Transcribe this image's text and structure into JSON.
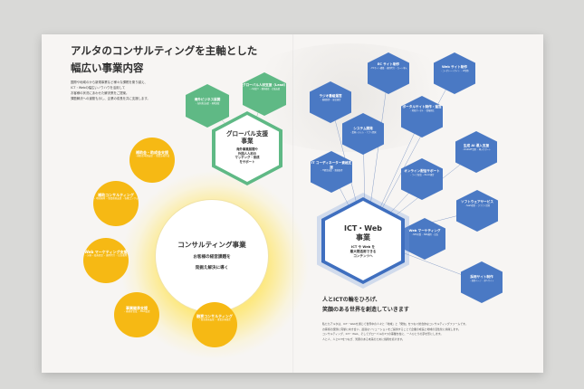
{
  "heading": {
    "line1": "アルタのコンサルティングを主軸とした",
    "line2": "幅広い事業内容"
  },
  "intro": [
    "国際や地域のから新規事業など様々な課題を乗り越え、",
    "ICT・Webの幅広いノウハウを活用して",
    "お客様の状況にあわせた解決策をご提案。",
    "課題解決への道筋も示し、企業の成長を共に支援します。"
  ],
  "consulting": {
    "title": "コンサルティング事業",
    "sub1": "お客様の経営課題を",
    "sub2": "発掘え解決に導く",
    "circles": [
      {
        "title": "補助金・助成金支援",
        "sub": "・補助金申請支援 ・事業計画作成"
      },
      {
        "title": "補助コンサルティング",
        "sub": "・地域振興 ・事業推進支援 ・各種コンサル"
      },
      {
        "title": "Web マーケティング支援",
        "sub": "・分析・改善提案 ・運用代行 ・広告運用"
      },
      {
        "title": "事業継承支援",
        "sub": "・後継者育成 ・M&A支援"
      },
      {
        "title": "融資コンサルティング",
        "sub": "・資金調達支援 ・事業計画策定"
      }
    ]
  },
  "global": {
    "title1": "グローバル支援",
    "title2": "事業",
    "sub1": "海外事業展開や",
    "sub2": "外国人人材の",
    "sub3": "マッチング・育成",
    "sub4": "をサポート",
    "hexes": [
      {
        "title": "海外ビジネス展開",
        "sub": "・海外進出支援 ・現地調査"
      },
      {
        "title": "グローバル人材支援（Lead）",
        "sub": "・人材紹介 ・教育研修 ・定着支援"
      }
    ]
  },
  "ict": {
    "title1": "ICT・Web",
    "title2": "事業",
    "sub1": "ICT や Web を",
    "sub2": "最大限活用できる",
    "sub3": "コンテンツへ",
    "hexes": [
      {
        "title": "EC サイト制作",
        "sub": "・ECサイト構築 ・運用代行 ・カート導入"
      },
      {
        "title": "Web サイト制作",
        "sub": "・コーポレートサイト ・LP制作"
      },
      {
        "title": "ラジオ番組運営",
        "sub": "・番組制作 ・配信運営"
      },
      {
        "title": "ポータルサイト制作・運営",
        "sub": "・地域ポータル ・情報発信"
      },
      {
        "title": "システム開発",
        "sub": "・業務システム ・アプリ開発"
      },
      {
        "title": "生成 AI 導入支援",
        "sub": "・ChatGPT活用 ・導入サポート"
      },
      {
        "title": "IT コーディネーター資格支援",
        "sub": "・IT経営支援 ・資格取得"
      },
      {
        "title": "オンライン配信サポート",
        "sub": "・ライブ配信 ・Zoom運営"
      },
      {
        "title": "ソフトウェアサービス",
        "sub": "・SaaS提供 ・クラウド活用"
      },
      {
        "title": "Web マーケティング",
        "sub": "・SEO対策 ・SNS運用 ・広告"
      },
      {
        "title": "採用サイト制作",
        "sub": "・採用ページ ・求人サイト"
      }
    ]
  },
  "caption": {
    "line1": "人とICTの輪をひろげ、",
    "line2": "笑顔のある世界を創造していきます"
  },
  "paragraph": [
    "私たちアルタは、ICT・Webを通じて世界中の人々と「地域」と「発信」をつなぐ総合的なコンサルティングファームです。",
    "お客様の課題に真摯に向き合い、最適なソリューションをご提供することで企業の成長と地域の活性化に貢献します。",
    "コンサルティング、ICT・Web、そしてグローバルの3つの事業を柱に、一人ひとりの夢を形にします。",
    "人と人、人とICTをつなぎ、笑顔のある未来のために挑戦を続けます。"
  ]
}
